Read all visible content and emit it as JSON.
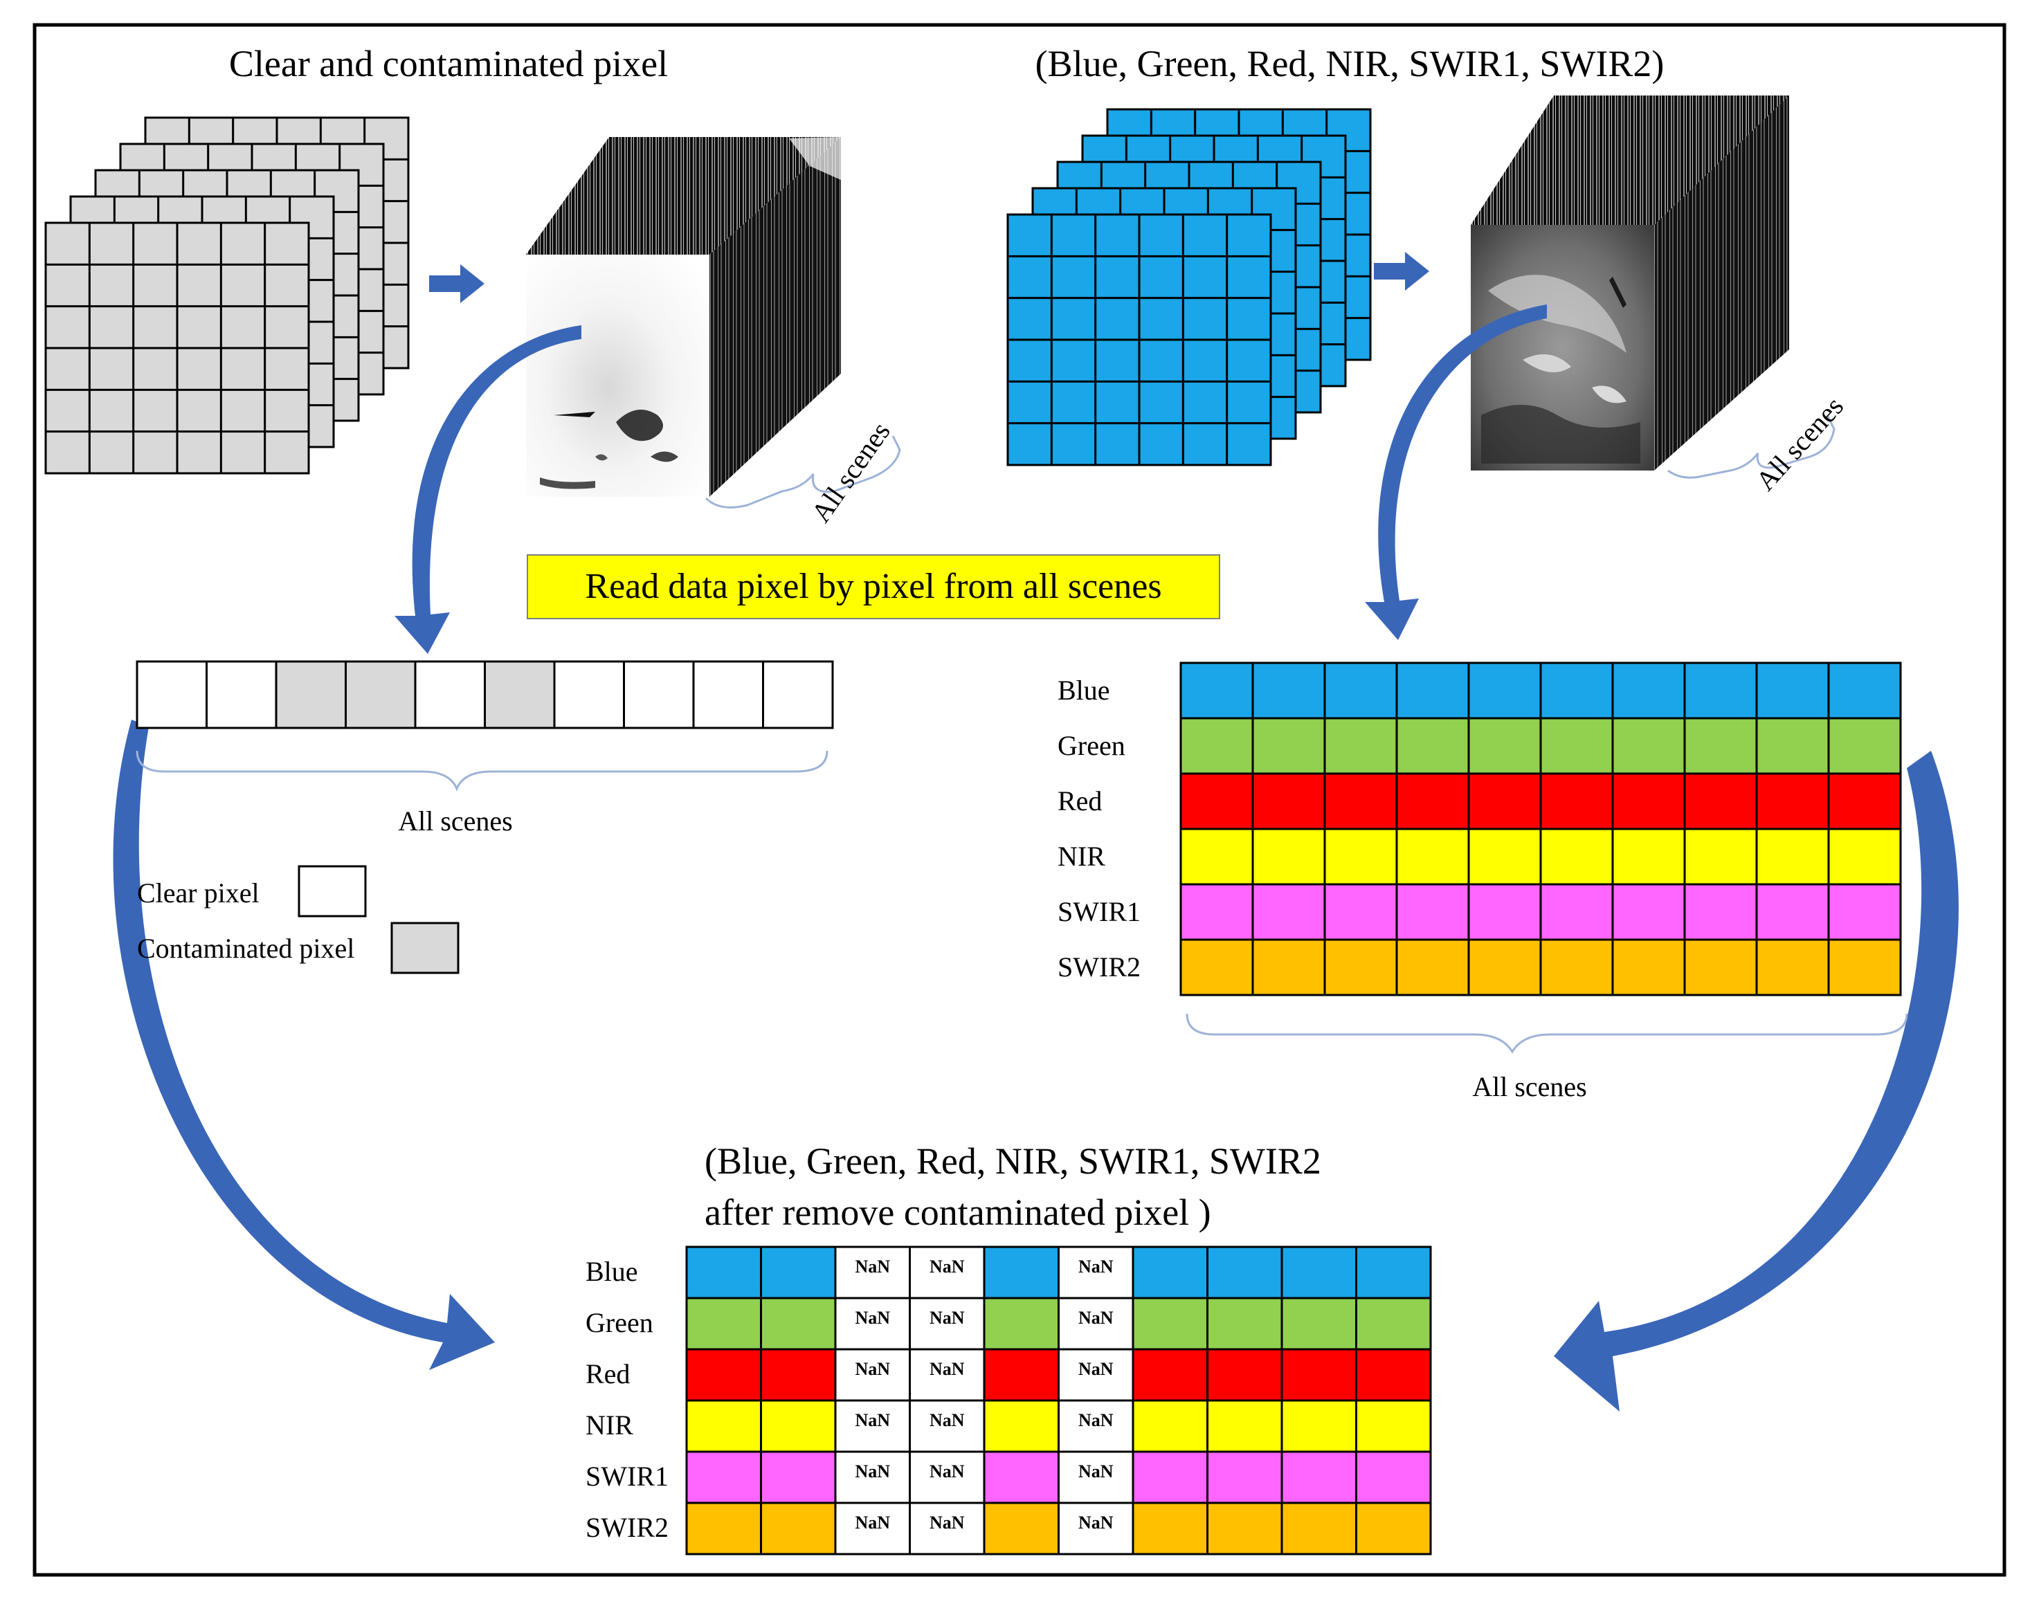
{
  "titles": {
    "left": "Clear and contaminated pixel",
    "right": "(Blue, Green, Red, NIR, SWIR1, SWIR2)",
    "bottom_line1": "(Blue, Green, Red, NIR, SWIR1, SWIR2",
    "bottom_line2": "after remove contaminated pixel )"
  },
  "read_label": "Read data pixel by pixel from all scenes",
  "all_scenes": "All scenes",
  "legend": {
    "clear": "Clear pixel",
    "contaminated": "Contaminated pixel"
  },
  "pixel_sequence": [
    "clear",
    "clear",
    "contaminated",
    "contaminated",
    "clear",
    "contaminated",
    "clear",
    "clear",
    "clear",
    "clear"
  ],
  "bands": [
    {
      "name": "Blue",
      "color": "#1aa6e8"
    },
    {
      "name": "Green",
      "color": "#92d050"
    },
    {
      "name": "Red",
      "color": "#ff0000"
    },
    {
      "name": "NIR",
      "color": "#ffff00"
    },
    {
      "name": "SWIR1",
      "color": "#ff66ff"
    },
    {
      "name": "SWIR2",
      "color": "#ffc000"
    }
  ],
  "nan_label": "NaN",
  "colors": {
    "stack_gray": "#d9d9d9",
    "stack_blue": "#1aa6e8",
    "arrow": "#3a66b8",
    "highlight": "#ffff00",
    "brace": "#9db3d8"
  }
}
